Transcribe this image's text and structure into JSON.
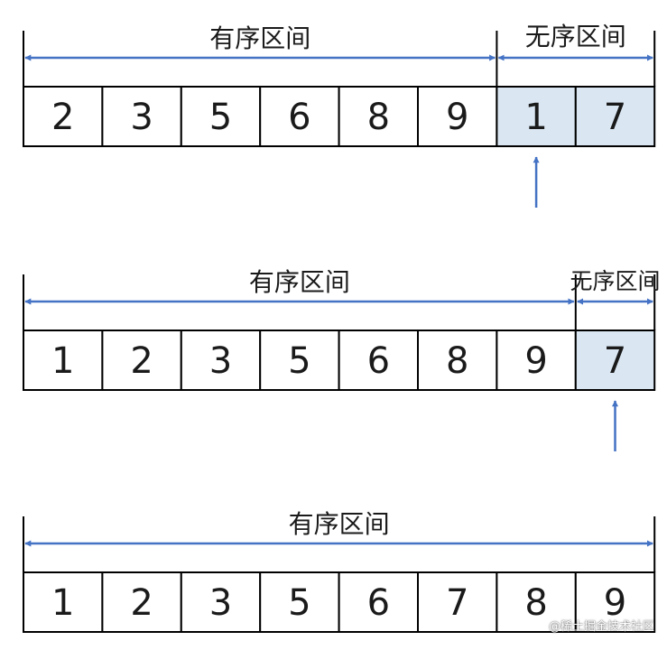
{
  "colors": {
    "arrow": "#4472c4",
    "line": "#000000",
    "text": "#1a1a1a",
    "cell_plain": "#ffffff",
    "cell_unsorted": "#dae7f3"
  },
  "rows": [
    {
      "id": "step-1",
      "values": [
        "2",
        "3",
        "5",
        "6",
        "8",
        "9",
        "1",
        "7"
      ],
      "sorted_count": 6,
      "sorted_label": "有序区间",
      "unsorted_label": "无序区间",
      "pointer_index": 6
    },
    {
      "id": "step-2",
      "values": [
        "1",
        "2",
        "3",
        "5",
        "6",
        "8",
        "9",
        "7"
      ],
      "sorted_count": 7,
      "sorted_label": "有序区间",
      "unsorted_label": "无序区间",
      "pointer_index": 7
    },
    {
      "id": "step-3",
      "values": [
        "1",
        "2",
        "3",
        "5",
        "6",
        "7",
        "8",
        "9"
      ],
      "sorted_count": 8,
      "sorted_label": "有序区间",
      "unsorted_label": "",
      "pointer_index": null
    }
  ],
  "watermark": "@稀土掘金技术社区"
}
